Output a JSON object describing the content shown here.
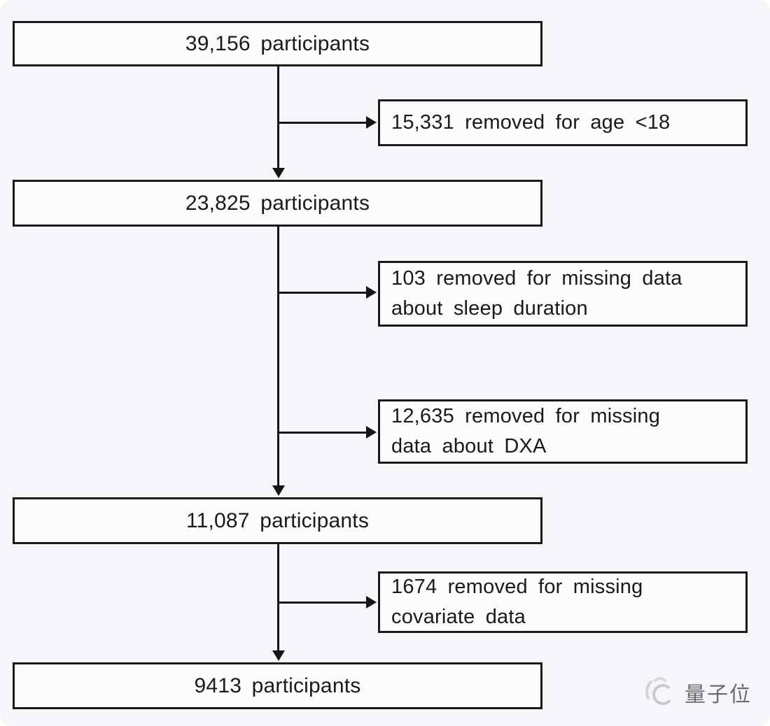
{
  "flowchart": {
    "main_boxes": [
      {
        "label": "39,156 participants"
      },
      {
        "label": "23,825 participants"
      },
      {
        "label": "11,087 participants"
      },
      {
        "label": "9413 participants"
      }
    ],
    "side_boxes": [
      {
        "lines": [
          "15,331 removed for age <18"
        ]
      },
      {
        "lines": [
          "103 removed for missing data",
          "about sleep duration"
        ]
      },
      {
        "lines": [
          "12,635 removed for missing",
          "data about DXA"
        ]
      },
      {
        "lines": [
          "1674 removed for missing",
          "covariate data"
        ]
      }
    ]
  },
  "watermark": {
    "icon": "qbitai-logo",
    "text": "量子位"
  },
  "colors": {
    "background": "#f6f6f8",
    "box_fill": "#fcfcfd",
    "box_border": "#1a1a1c",
    "text": "#1a1a1c",
    "arrow": "#161618",
    "watermark_text": "#6b6b76",
    "watermark_icon": "#c8c8d1"
  }
}
